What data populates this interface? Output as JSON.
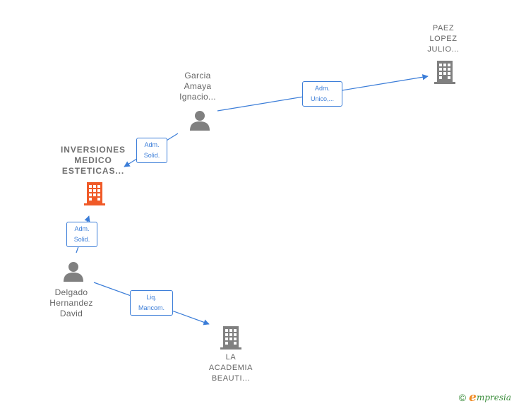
{
  "colors": {
    "edge": "#3b7dd8",
    "node_text": "#666666",
    "company_icon": "#808080",
    "main_company_icon": "#f05a28",
    "person_icon": "#808080"
  },
  "nodes": {
    "main_company": {
      "lines": [
        "INVERSIONES",
        "MEDICO",
        "ESTETICAS..."
      ],
      "icon": "building-icon"
    },
    "garcia": {
      "lines": [
        "Garcia",
        "Amaya",
        "Ignacio..."
      ],
      "icon": "person-icon"
    },
    "paez": {
      "lines": [
        "PAEZ",
        "LOPEZ",
        "JULIO..."
      ],
      "icon": "building-icon"
    },
    "delgado": {
      "lines": [
        "Delgado",
        "Hernandez",
        "David"
      ],
      "icon": "person-icon"
    },
    "academia": {
      "lines": [
        "LA",
        "ACADEMIA",
        "BEAUTI..."
      ],
      "icon": "building-icon"
    }
  },
  "edges": {
    "garcia_paez": [
      "Adm.",
      "Unico,..."
    ],
    "garcia_main": [
      "Adm.",
      "Solid."
    ],
    "delgado_main": [
      "Adm.",
      "Solid."
    ],
    "delgado_academia": [
      "Liq.",
      "Mancom."
    ]
  },
  "footer": {
    "copyright": "©",
    "brand_initial": "e",
    "brand_rest": "mpresia"
  }
}
